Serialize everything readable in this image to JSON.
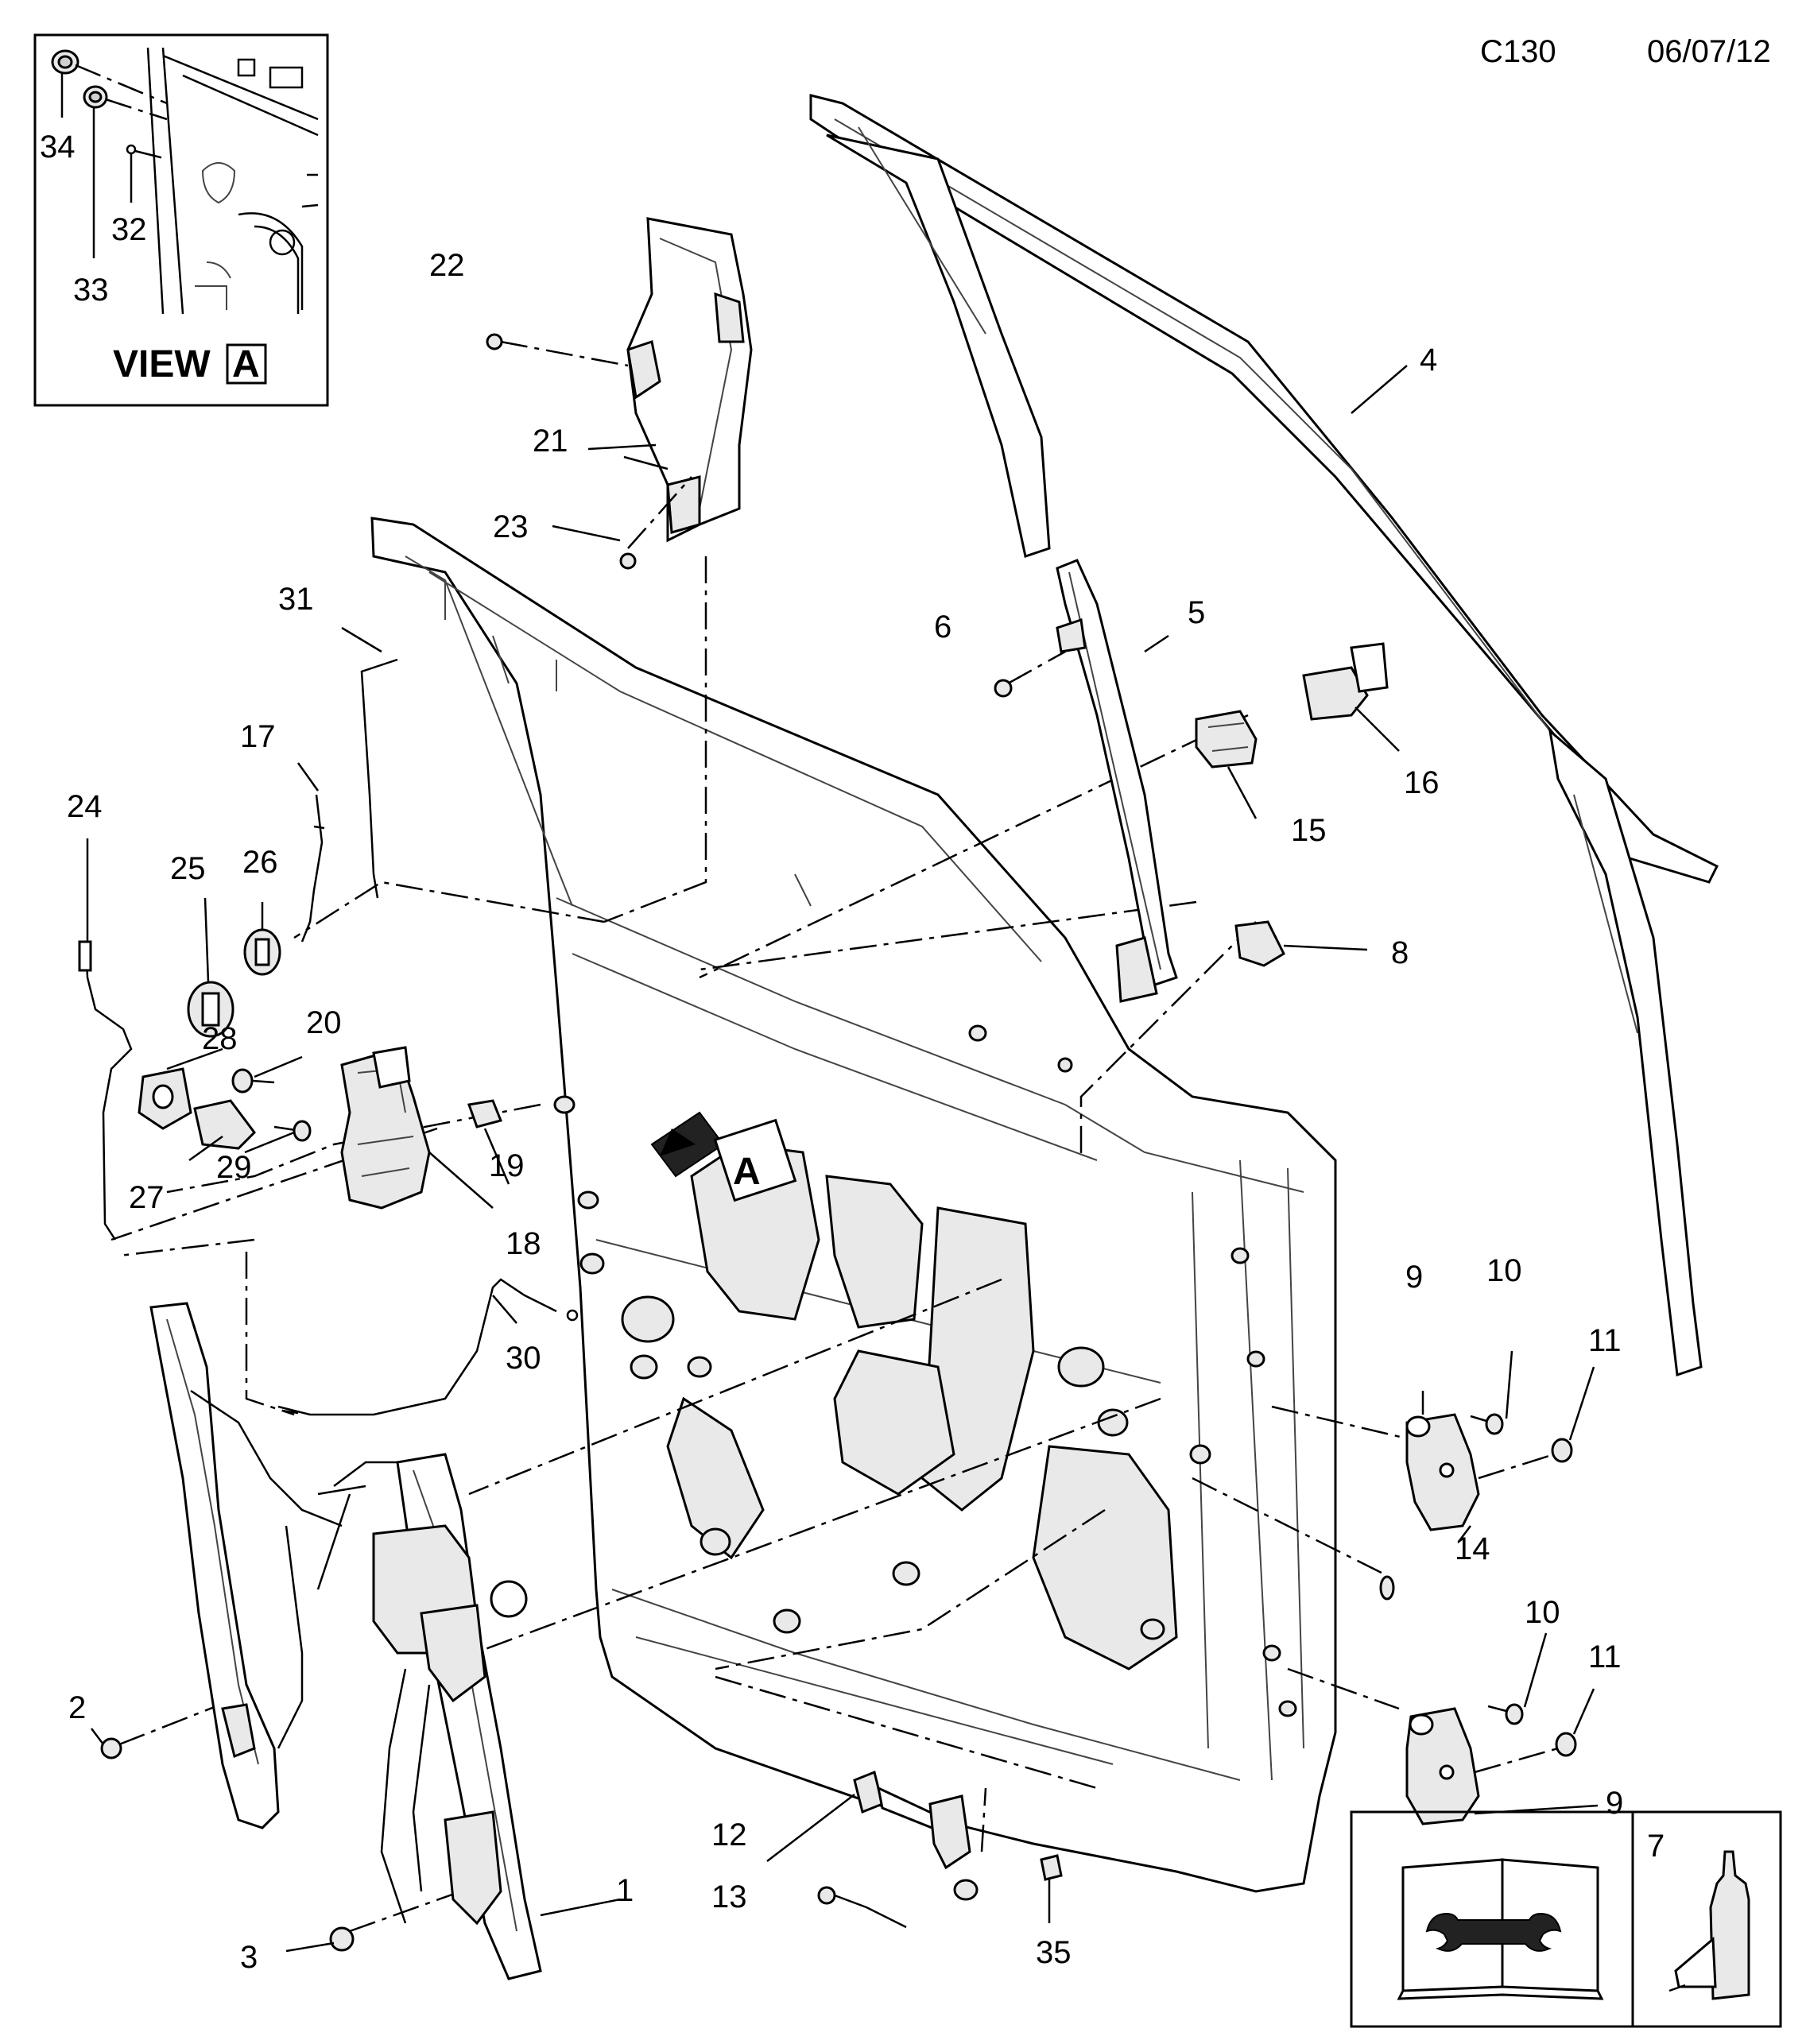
{
  "header": {
    "code": "C130",
    "date": "06/07/12"
  },
  "view_a": {
    "title": "VIEW",
    "letter": "A",
    "callouts": [
      "34",
      "32",
      "33"
    ]
  },
  "detail_marker": "A",
  "callouts": {
    "c1": "1",
    "c2": "2",
    "c3": "3",
    "c4": "4",
    "c5": "5",
    "c6": "6",
    "c7": "7",
    "c8": "8",
    "c9a": "9",
    "c9b": "9",
    "c10a": "10",
    "c10b": "10",
    "c11a": "11",
    "c11b": "11",
    "c12": "12",
    "c13": "13",
    "c14": "14",
    "c15": "15",
    "c16": "16",
    "c17": "17",
    "c18": "18",
    "c19": "19",
    "c20": "20",
    "c21": "21",
    "c22": "22",
    "c23": "23",
    "c24": "24",
    "c25": "25",
    "c26": "26",
    "c27": "27",
    "c28": "28",
    "c29": "29",
    "c30": "30",
    "c31": "31",
    "c35": "35"
  },
  "legend": {
    "manual_icon": "book-wrench-icon",
    "adhesive_label": "7",
    "adhesive_icon": "adhesive-bottle-icon"
  }
}
